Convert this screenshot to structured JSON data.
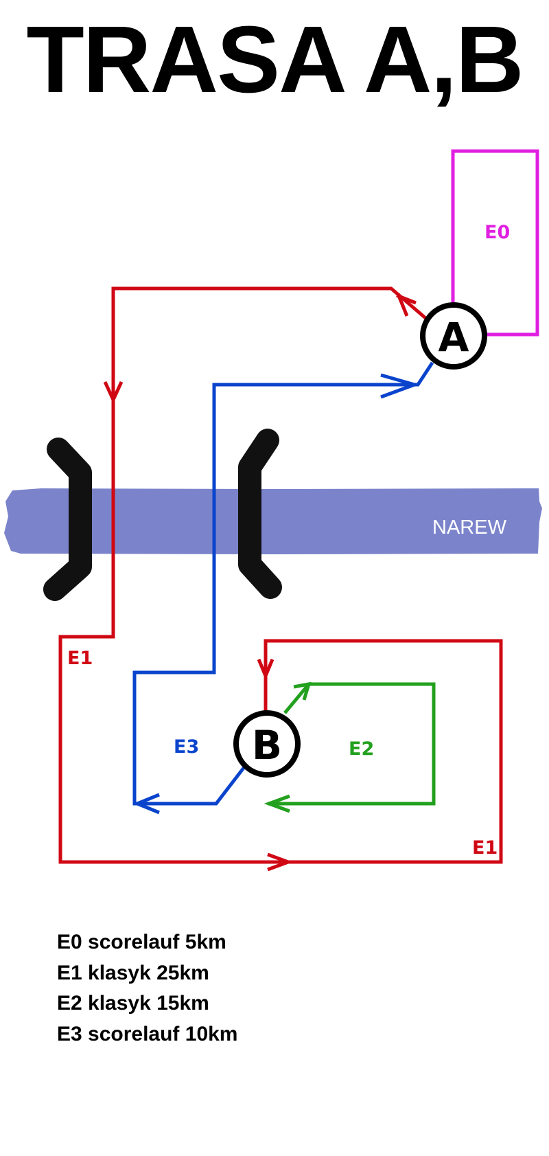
{
  "title": "TRASA A,B",
  "colors": {
    "e0": "#e020e0",
    "e1": "#d00814",
    "e2": "#22a01e",
    "e3": "#0a44cc",
    "river": "#7b84cb",
    "bridge": "#111111"
  },
  "river": {
    "label": "NAREW"
  },
  "nodes": {
    "a": "A",
    "b": "B"
  },
  "route_labels": {
    "e0": "E0",
    "e1_upper": "E1",
    "e1_lower": "E1",
    "e2": "E2",
    "e3": "E3"
  },
  "legend": [
    {
      "text": "E0 scorelauf 5km"
    },
    {
      "text": "E1 klasyk 25km"
    },
    {
      "text": "E2 klasyk 15km"
    },
    {
      "text": "E3 scorelauf 10km"
    }
  ]
}
